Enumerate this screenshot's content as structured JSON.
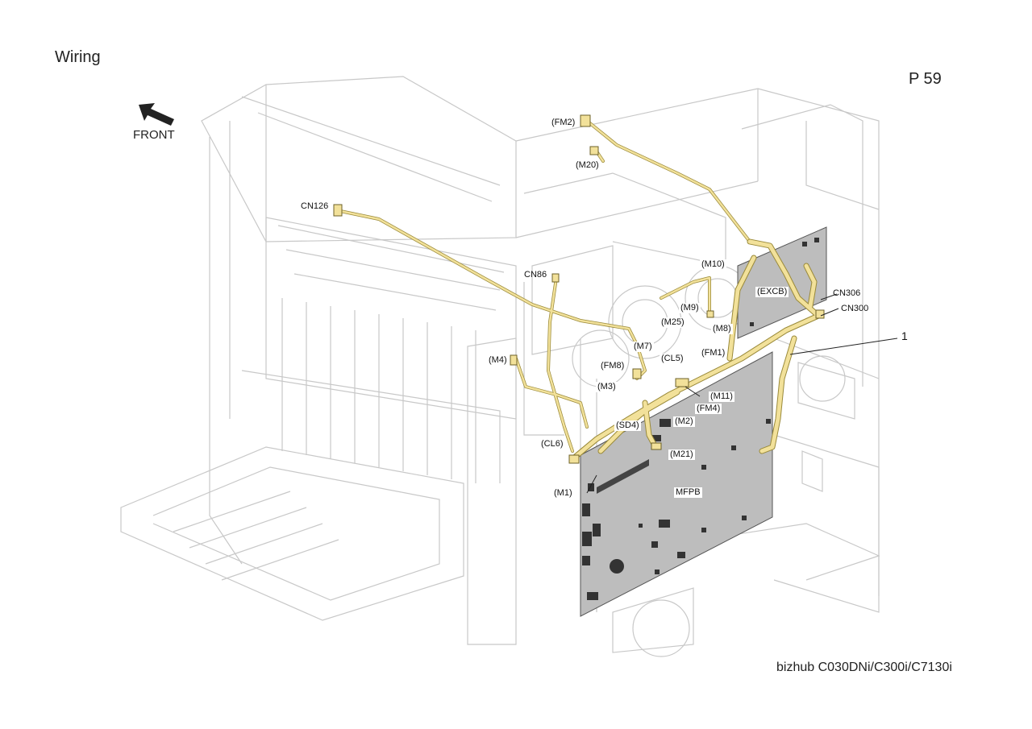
{
  "page": {
    "title": "Wiring",
    "page_number": "P 59",
    "model": "bizhub C030DNi/C300i/C7130i",
    "front_label": "FRONT"
  },
  "colors": {
    "harness": "#f2e19a",
    "harness_edge": "#9a8a3a",
    "board": "#bdbdbd",
    "board_edge": "#555555",
    "frame": "#c8c8c8"
  },
  "icons": {
    "front_arrow": "front-arrow-icon"
  },
  "callouts": {
    "fm2": "(FM2)",
    "m20": "(M20)",
    "cn126": "CN126",
    "cn86": "CN86",
    "m10": "(M10)",
    "excb": "(EXCB)",
    "cn306": "CN306",
    "cn300": "CN300",
    "m9": "(M9)",
    "m25": "(M25)",
    "m8": "(M8)",
    "fm1": "(FM1)",
    "m7": "(M7)",
    "cl5": "(CL5)",
    "m4": "(M4)",
    "fm8": "(FM8)",
    "m11": "(M11)",
    "fm4": "(FM4)",
    "m3": "(M3)",
    "m2": "(M2)",
    "sd4": "(SD4)",
    "cl6": "(CL6)",
    "m21": "(M21)",
    "m1": "(M1)",
    "mfpb": "MFPB",
    "item_1": "1"
  }
}
